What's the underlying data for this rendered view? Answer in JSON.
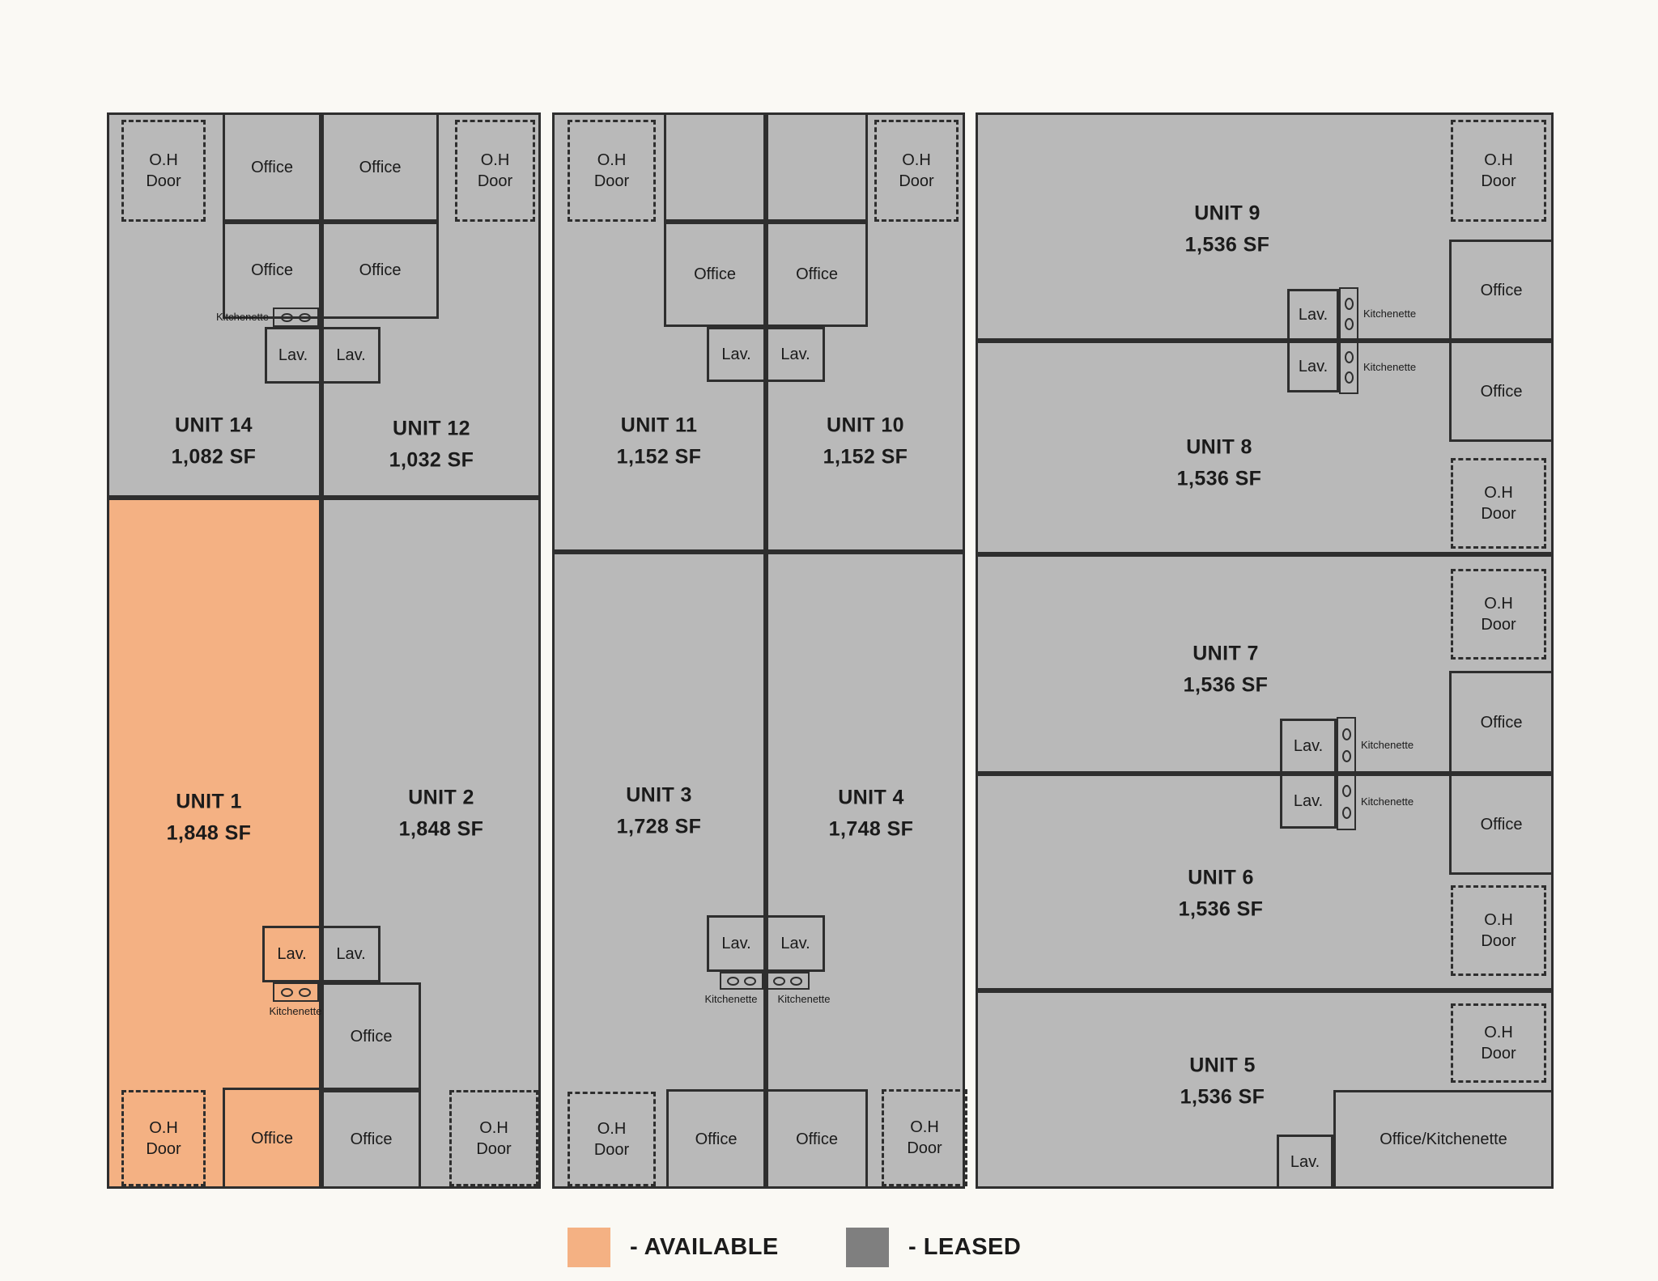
{
  "legend": {
    "available_label": "- AVAILABLE",
    "leased_label": "- LEASED",
    "available_color": "#f4b183",
    "leased_color": "#7f7f7f"
  },
  "colors": {
    "leased_unit_fill": "#b9b9b9",
    "available_unit_fill": "#f4b183",
    "wall": "#2e2e2e",
    "background": "#faf9f4"
  },
  "labels": {
    "office": "Office",
    "lav": "Lav.",
    "oh_door": "O.H Door",
    "kitchenette": "Kitchenette",
    "office_kitchenette": "Office/Kitchenette"
  },
  "units": {
    "u1": {
      "name": "UNIT 1",
      "size": "1,848 SF",
      "status": "available"
    },
    "u2": {
      "name": "UNIT 2",
      "size": "1,848 SF",
      "status": "leased"
    },
    "u3": {
      "name": "UNIT 3",
      "size": "1,728 SF",
      "status": "leased"
    },
    "u4": {
      "name": "UNIT 4",
      "size": "1,748 SF",
      "status": "leased"
    },
    "u5": {
      "name": "UNIT 5",
      "size": "1,536 SF",
      "status": "leased"
    },
    "u6": {
      "name": "UNIT 6",
      "size": "1,536 SF",
      "status": "leased"
    },
    "u7": {
      "name": "UNIT 7",
      "size": "1,536 SF",
      "status": "leased"
    },
    "u8": {
      "name": "UNIT 8",
      "size": "1,536 SF",
      "status": "leased"
    },
    "u9": {
      "name": "UNIT 9",
      "size": "1,536 SF",
      "status": "leased"
    },
    "u10": {
      "name": "UNIT 10",
      "size": "1,152 SF",
      "status": "leased"
    },
    "u11": {
      "name": "UNIT 11",
      "size": "1,152 SF",
      "status": "leased"
    },
    "u12": {
      "name": "UNIT 12",
      "size": "1,032 SF",
      "status": "leased"
    },
    "u14": {
      "name": "UNIT 14",
      "size": "1,082 SF",
      "status": "leased"
    }
  }
}
